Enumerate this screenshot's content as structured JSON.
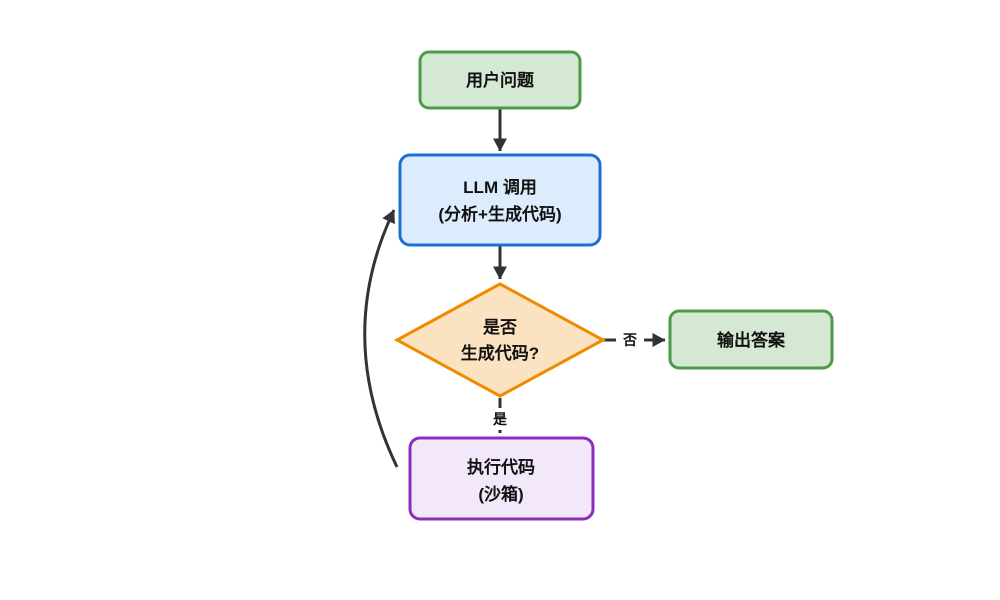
{
  "diagram": {
    "type": "flowchart",
    "background": "#ffffff",
    "edge_color": "#333333",
    "text_color": "#111111",
    "nodes": [
      {
        "id": "user-question",
        "shape": "rounded-rect",
        "lines": [
          "用户问题"
        ],
        "fill": "#d5e8d4",
        "stroke": "#4b9b4b"
      },
      {
        "id": "llm-call",
        "shape": "rounded-rect",
        "lines": [
          "LLM 调用",
          "(分析+生成代码)"
        ],
        "fill": "#dcecfc",
        "stroke": "#1e6ed7"
      },
      {
        "id": "generate-code-decision",
        "shape": "diamond",
        "lines": [
          "是否",
          "生成代码?"
        ],
        "fill": "#fbe3c2",
        "stroke": "#f08b00"
      },
      {
        "id": "output-answer",
        "shape": "rounded-rect",
        "lines": [
          "输出答案"
        ],
        "fill": "#d5e8d4",
        "stroke": "#4b9b4b"
      },
      {
        "id": "execute-code",
        "shape": "rounded-rect",
        "lines": [
          "执行代码",
          "(沙箱)"
        ],
        "fill": "#f3e7fa",
        "stroke": "#8c2dbe"
      }
    ],
    "edges": [
      {
        "from": "user-question",
        "to": "llm-call",
        "label": ""
      },
      {
        "from": "llm-call",
        "to": "generate-code-decision",
        "label": ""
      },
      {
        "from": "generate-code-decision",
        "to": "output-answer",
        "label": "否"
      },
      {
        "from": "generate-code-decision",
        "to": "execute-code",
        "label": "是"
      },
      {
        "from": "execute-code",
        "to": "llm-call",
        "label": "",
        "style": "curved-loop-back"
      }
    ]
  }
}
